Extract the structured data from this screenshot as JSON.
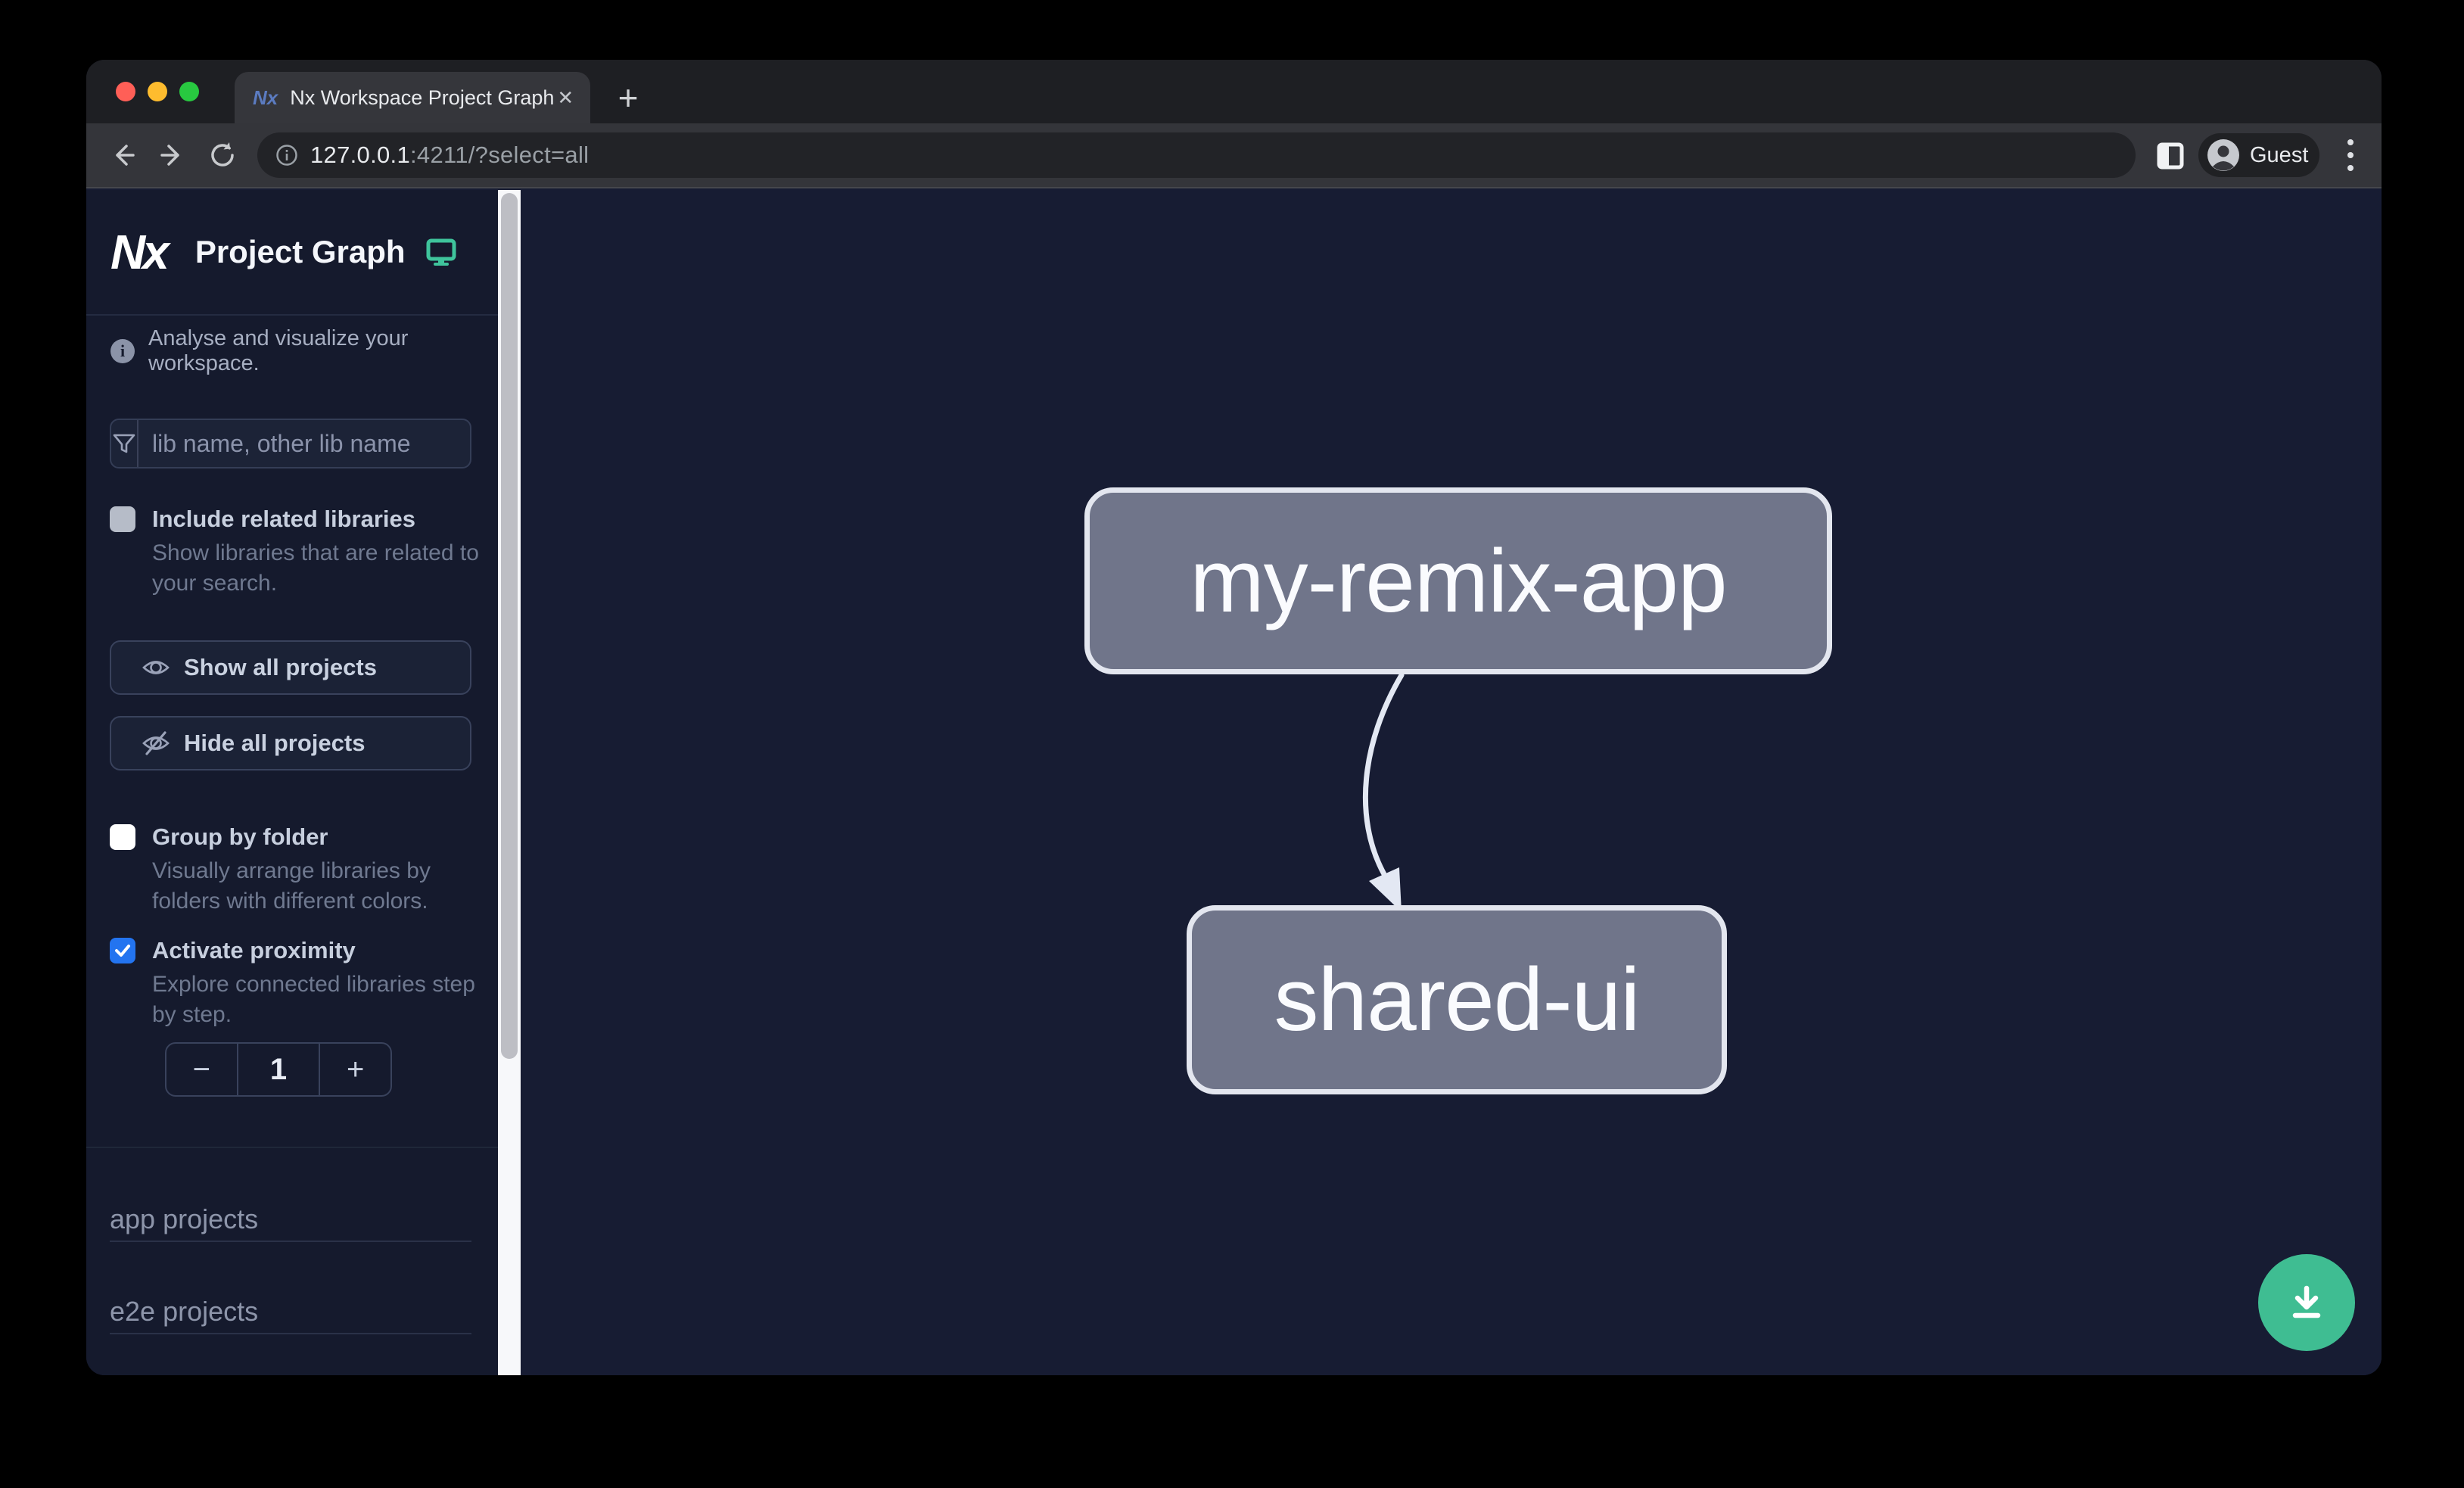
{
  "browser": {
    "tab_title": "Nx Workspace Project Graph",
    "tab_close_glyph": "✕",
    "new_tab_glyph": "+",
    "url_host": "127.0.0.1",
    "url_rest": ":4211/?select=all",
    "guest_label": "Guest"
  },
  "sidebar": {
    "logo_text": "Nx",
    "title": "Project Graph",
    "tagline": "Analyse and visualize your workspace.",
    "info_glyph": "i",
    "filter_placeholder": "lib name, other lib name",
    "toggles": [
      {
        "label": "Include related libraries",
        "desc": "Show libraries that are related to your search.",
        "checked": false
      },
      {
        "label": "Group by folder",
        "desc": "Visually arrange libraries by folders with different colors.",
        "checked": false
      },
      {
        "label": "Activate proximity",
        "desc": "Explore connected libraries step by step.",
        "checked": true
      }
    ],
    "buttons": {
      "show_all": "Show all projects",
      "hide_all": "Hide all projects"
    },
    "stepper": {
      "minus": "−",
      "value": "1",
      "plus": "+"
    },
    "sections": [
      {
        "label": "app projects"
      },
      {
        "label": "e2e projects"
      }
    ]
  },
  "graph": {
    "nodes": [
      {
        "label": "my-remix-app"
      },
      {
        "label": "shared-ui"
      }
    ],
    "edges": [
      {
        "from": "my-remix-app",
        "to": "shared-ui"
      }
    ]
  },
  "colors": {
    "accent_teal": "#3fc49c",
    "fab_background": "#3fbd92",
    "checkbox_checked_blue": "#2374f0",
    "node_fill": "#70758a",
    "node_border": "#e3e6ef",
    "canvas_background": "#171c33",
    "sidebar_background": "#151a2d",
    "traffic_red": "#ff5f57",
    "traffic_yellow": "#febc2e",
    "traffic_green": "#28c840"
  }
}
